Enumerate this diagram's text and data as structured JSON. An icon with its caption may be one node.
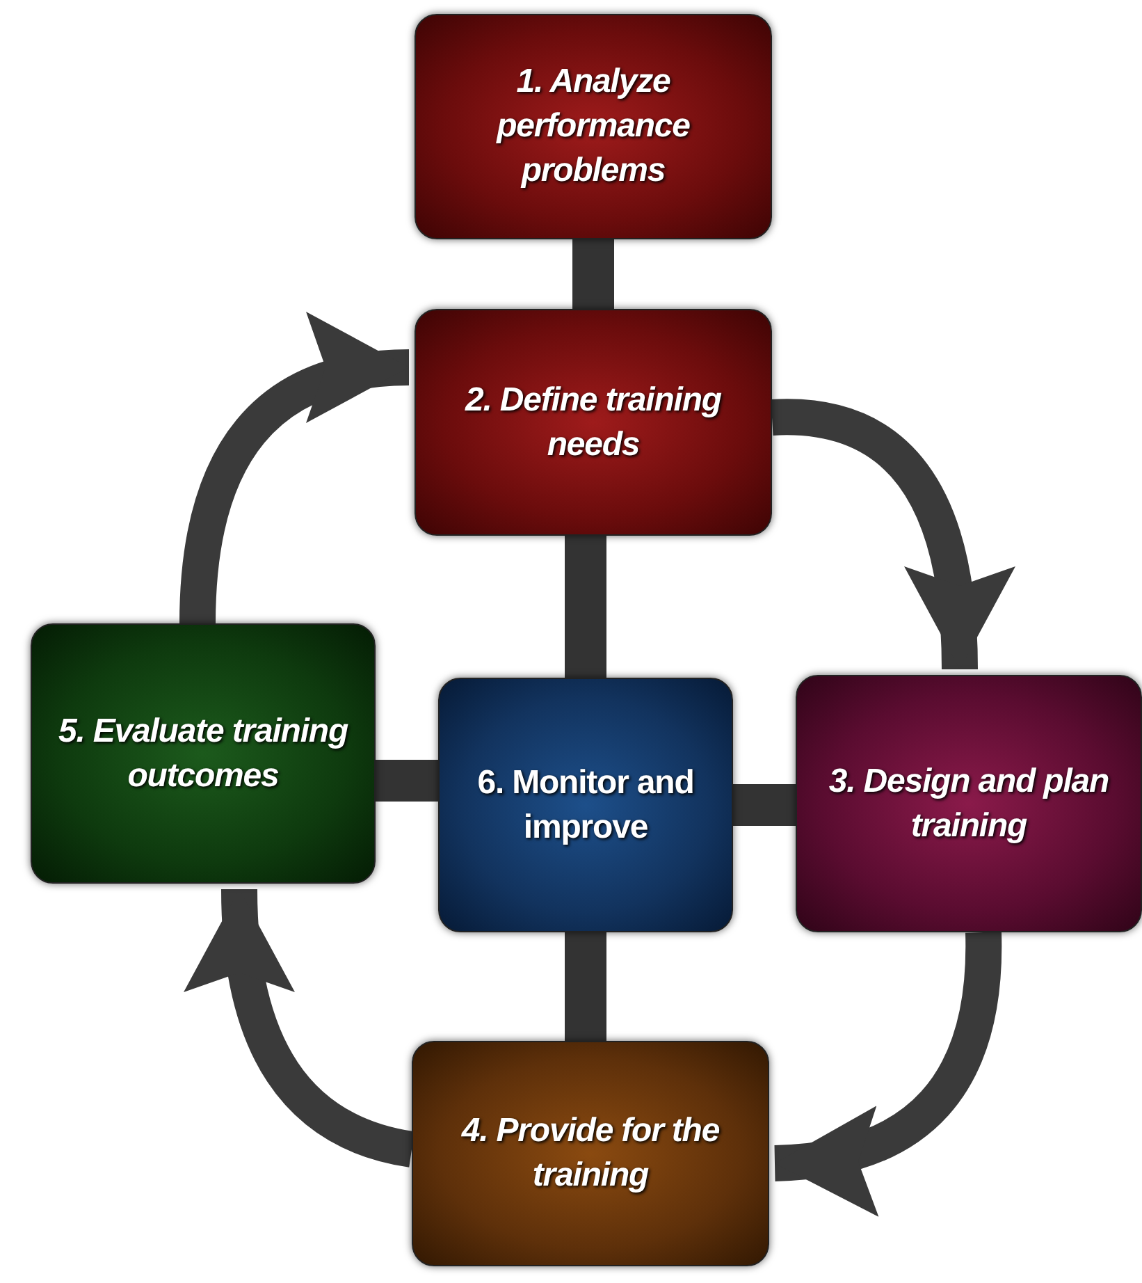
{
  "diagram": {
    "nodes": [
      {
        "text": [
          "1. Analyze performance problems"
        ]
      },
      {
        "text": [
          "2. Define training needs"
        ]
      },
      {
        "text": [
          "3. Design and plan training"
        ]
      },
      {
        "text": [
          "4. Provide for the training"
        ]
      },
      {
        "text": [
          "5. Evaluate training outcomes"
        ]
      },
      {
        "text": [
          "6. Monitor and improve"
        ]
      }
    ],
    "edges": [
      {
        "from": 1,
        "to": 2,
        "arrow": "to"
      },
      {
        "from": 2,
        "to": 3,
        "arrow": "to"
      },
      {
        "from": 3,
        "to": 4,
        "arrow": "to"
      },
      {
        "from": 4,
        "to": 1,
        "arrow": "to"
      },
      {
        "from": 0,
        "to": 1,
        "arrow": "none"
      },
      {
        "from": 1,
        "to": 5,
        "arrow": "none"
      },
      {
        "from": 4,
        "to": 5,
        "arrow": "none"
      },
      {
        "from": 5,
        "to": 2,
        "arrow": "none"
      },
      {
        "from": 5,
        "to": 3,
        "arrow": "none"
      }
    ]
  }
}
